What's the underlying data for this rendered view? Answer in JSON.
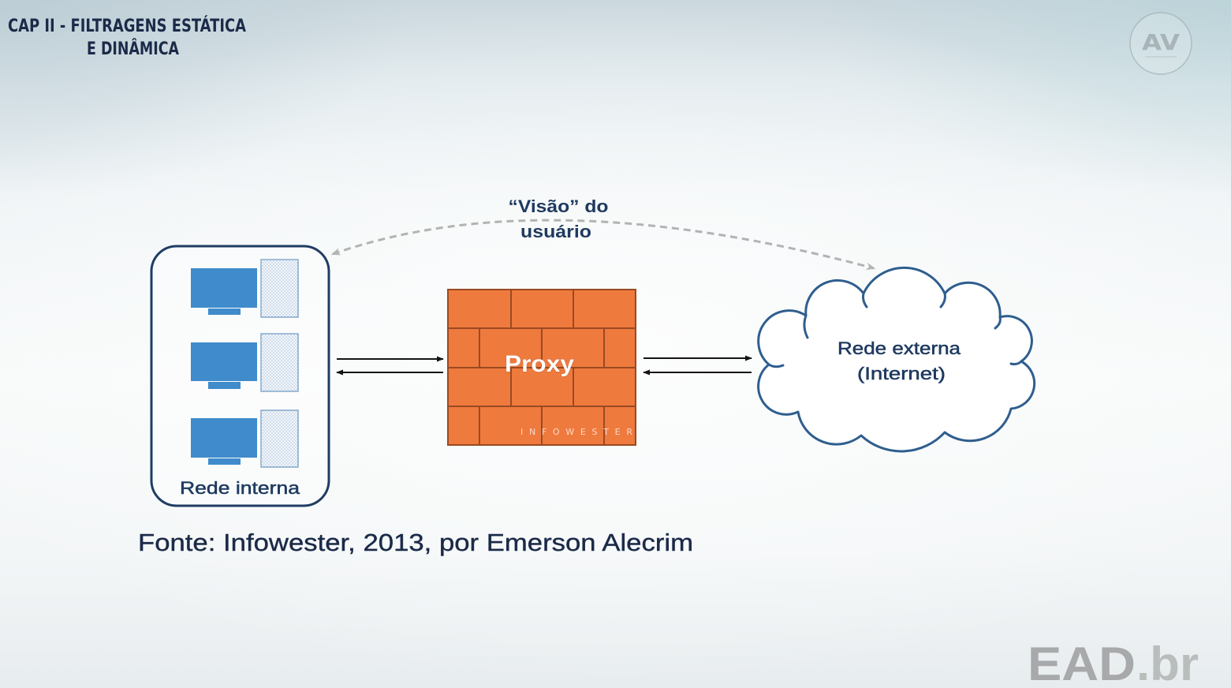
{
  "slide": {
    "title": {
      "line1": "CAP II - FILTRAGENS ESTÁTICA",
      "line2": "E DINÂMICA"
    },
    "caption": "Fonte: Infowester, 2013, por Emerson Alecrim"
  },
  "logos": {
    "top_right": {
      "text": "AV"
    },
    "bottom_right": {
      "main": "EAD",
      "suffix": ".br"
    }
  },
  "diagram": {
    "user_view": {
      "line1": "“Visão” do",
      "line2": "usuário",
      "icon": "dashed-double-arrow-icon"
    },
    "internal_network": {
      "label": "Rede interna",
      "icon": "computer-icon"
    },
    "proxy": {
      "label": "Proxy",
      "watermark": "INFOWESTER",
      "icon": "brick-wall-icon"
    },
    "external_network": {
      "line1": "Rede externa",
      "line2": "(Internet)",
      "icon": "cloud-icon"
    }
  },
  "colors": {
    "title_text": "#1b2a48",
    "label_text": "#1f3a60",
    "outline": "#1f3d64",
    "cloud_outline": "#2f5e8e",
    "proxy_orange": "#ef7a3e",
    "brick_lines": "#9a4a22",
    "monitor_blue": "#3f8bcb",
    "dashed_arrow": "#b3b3b3",
    "arrow": "#141414",
    "logo_gray": "#a7a9aa"
  }
}
